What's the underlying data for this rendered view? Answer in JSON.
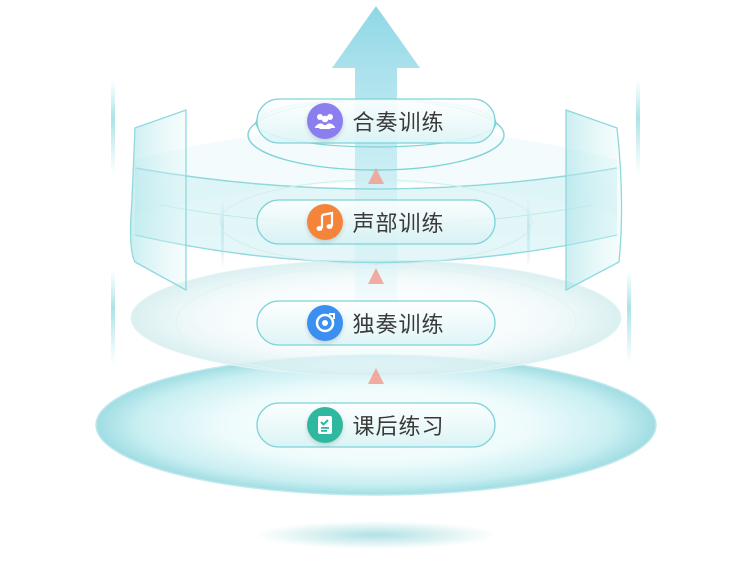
{
  "diagram": {
    "levels": [
      {
        "label": "合奏训练",
        "icon": "ensemble-people-icon",
        "color": "#8b7ff0"
      },
      {
        "label": "声部训练",
        "icon": "music-note-icon",
        "color": "#f4843a"
      },
      {
        "label": "独奏训练",
        "icon": "solo-disc-icon",
        "color": "#3b8ff0"
      },
      {
        "label": "课后练习",
        "icon": "homework-checklist-icon",
        "color": "#2fb8a0"
      }
    ],
    "accent": "#8fdde3",
    "arrow_color": "#9fdde6"
  }
}
